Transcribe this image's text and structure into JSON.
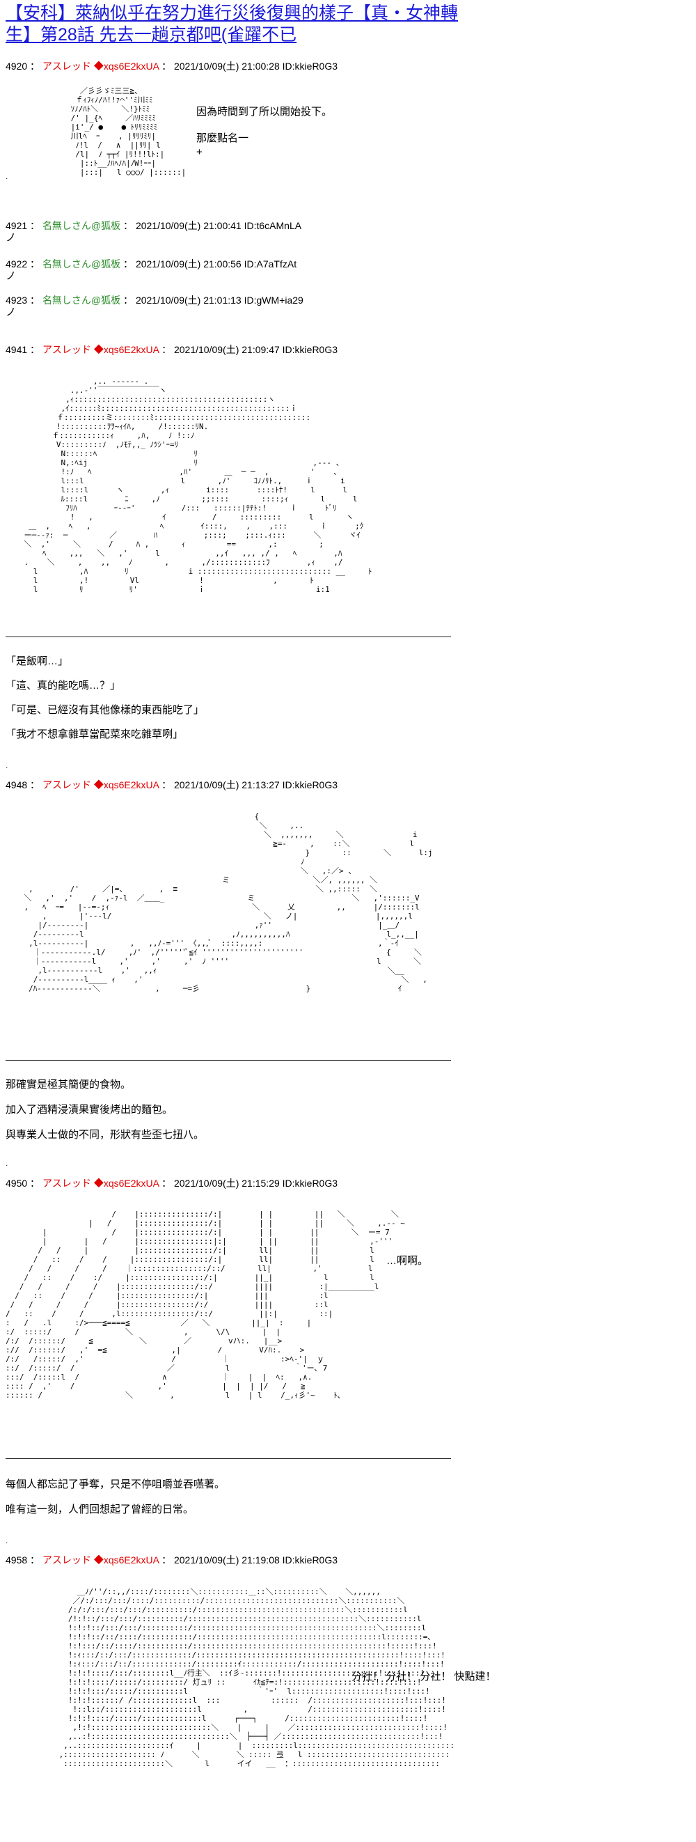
{
  "title": "【安科】萊納似乎在努力進行災後復興的樣子【真・女神轉生】第28話 先去一趟京都吧(雀躍不已",
  "posts": [
    {
      "num": "4920",
      "name": "アスレッド",
      "trip": "◆xqs6E2kxUA",
      "date": "2021/10/09(土) 21:00:28",
      "id": "ID:kkieR0G3"
    },
    {
      "num": "4921",
      "name": "名無しさん@狐板",
      "trip": "",
      "date": "2021/10/09(土) 21:00:41",
      "id": "ID:t6cAMnLA"
    },
    {
      "num": "4922",
      "name": "名無しさん@狐板",
      "trip": "",
      "date": "2021/10/09(土) 21:00:56",
      "id": "ID:A7aTfzAt"
    },
    {
      "num": "4923",
      "name": "名無しさん@狐板",
      "trip": "",
      "date": "2021/10/09(土) 21:01:13",
      "id": "ID:gWM+ia29"
    },
    {
      "num": "4941",
      "name": "アスレッド",
      "trip": "◆xqs6E2kxUA",
      "date": "2021/10/09(土) 21:09:47",
      "id": "ID:kkieR0G3"
    },
    {
      "num": "4948",
      "name": "アスレッド",
      "trip": "◆xqs6E2kxUA",
      "date": "2021/10/09(土) 21:13:27",
      "id": "ID:kkieR0G3"
    },
    {
      "num": "4950",
      "name": "アスレッド",
      "trip": "◆xqs6E2kxUA",
      "date": "2021/10/09(土) 21:15:29",
      "id": "ID:kkieR0G3"
    },
    {
      "num": "4958",
      "name": "アスレッド",
      "trip": "◆xqs6E2kxUA",
      "date": "2021/10/09(土) 21:19:08",
      "id": "ID:kkieR0G3"
    }
  ],
  "p4920": {
    "say1": "因為時間到了所以開始投下。",
    "say2": "那麼點名一",
    "plus": "+",
    "dot": "."
  },
  "replies": {
    "r1": "ノ",
    "r2": "ノ",
    "r3": "ノ"
  },
  "p4941": {
    "l1": "「是飯啊…」",
    "l2": "「這、真的能吃嗎…？」",
    "l3": "「可是、已經沒有其他像樣的東西能吃了」",
    "l4": "「我才不想拿雜草當配菜來吃雜草咧」",
    "dot": "."
  },
  "p4948": {
    "l1": "那確實是極其簡便的食物。",
    "l2": "加入了酒精浸漬果實後烤出的麵包。",
    "l3": "與專業人士做的不同，形狀有些歪七扭八。",
    "dot": "."
  },
  "p4950": {
    "say": "…啊啊。",
    "l1": "每個人都忘記了爭奪，只是不停咀嚼並吞嚥著。",
    "l2": "唯有這一刻，人們回想起了曾經的日常。",
    "dot": "."
  },
  "p4958": {
    "say": "分社！ 分社！ 分社！ 快點建！"
  },
  "colon": "："
}
